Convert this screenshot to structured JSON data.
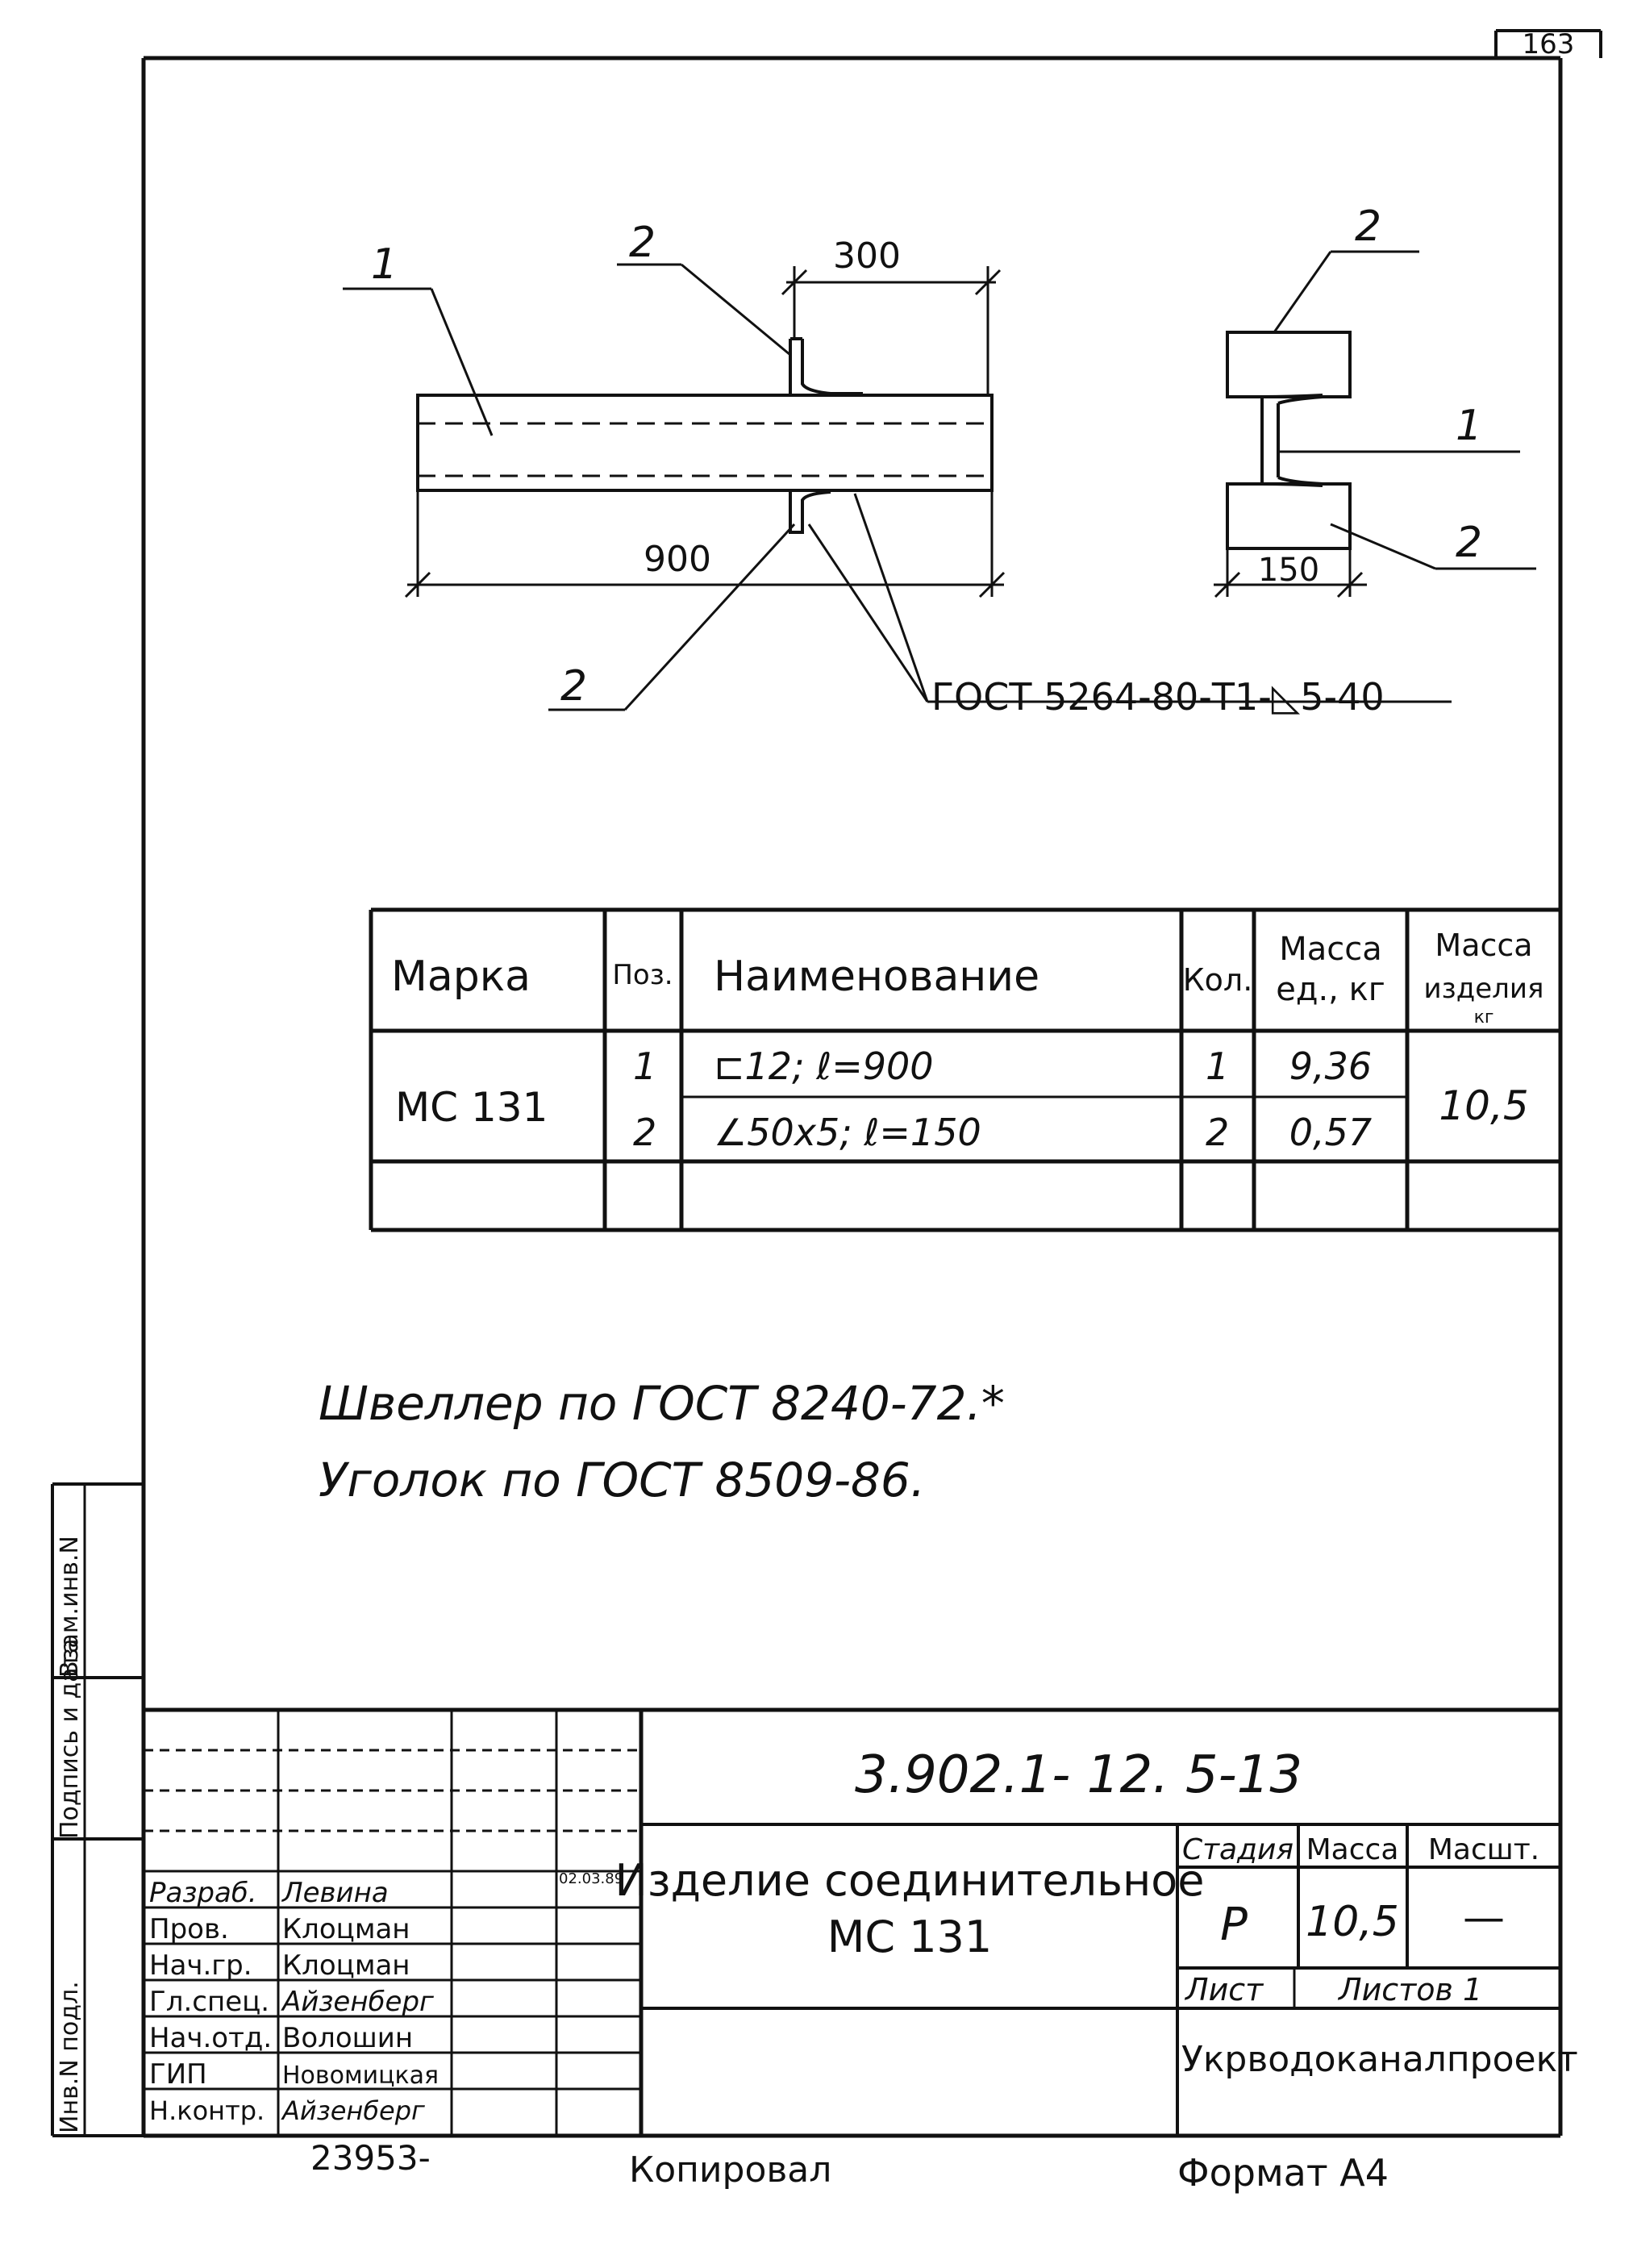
{
  "sheet": {
    "number": "163"
  },
  "binding": [
    "Взам.инв.N",
    "Подпись и дата",
    "Инв.N подл."
  ],
  "drawing": {
    "side_pos_1": "1",
    "side_pos_2_top": "2",
    "side_pos_2_bottom": "2",
    "dim_300": "300",
    "dim_900": "900",
    "weld_standard": "ГОСТ 5264-80-Т1-◺5-40",
    "section_pos_2_top": "2",
    "section_pos_1": "1",
    "section_pos_2_bottom": "2",
    "dim_150": "150"
  },
  "spec_table": {
    "headers": {
      "mark": "Марка",
      "pos": "Поз.",
      "name": "Наименование",
      "qty": "Кол.",
      "unit_mass_1": "Масса",
      "unit_mass_2": "ед., кг",
      "item_mass_1": "Масса",
      "item_mass_2": "изделия",
      "item_mass_3": "кг"
    },
    "mark": "МС 131",
    "rows": [
      {
        "pos": "1",
        "name": "⊏12; ℓ=900",
        "qty": "1",
        "unit_mass": "9,36"
      },
      {
        "pos": "2",
        "name": "∠50x5; ℓ=150",
        "qty": "2",
        "unit_mass": "0,57"
      }
    ],
    "item_mass": "10,5"
  },
  "notes": [
    "Швеллер по ГОСТ 8240-72.*",
    "Уголок по ГОСТ 8509-86."
  ],
  "title_block": {
    "doc_code": "3.902.1- 12. 5-13",
    "title_line1": "Изделие соединительное",
    "title_line2": "МС 131",
    "stage_label": "Стадия",
    "mass_label": "Масса",
    "scale_label": "Масшт.",
    "stage_value": "Р",
    "mass_value": "10,5",
    "scale_value": "—",
    "sheet_label": "Лист",
    "sheets_label": "Листов 1",
    "organization": "Укрводоканалпроект"
  },
  "signatures": [
    {
      "role": "Разраб.",
      "name": "Левина"
    },
    {
      "role": "Пров.",
      "name": "Клоцман"
    },
    {
      "role": "Нач.гр.",
      "name": "Клоцман"
    },
    {
      "role": "Гл.спец.",
      "name": "Айзенберг"
    },
    {
      "role": "Нач.отд.",
      "name": "Волошин"
    },
    {
      "role": "ГИП",
      "name": "Новомицкая"
    },
    {
      "role": "Н.контр.",
      "name": "Айзенберг"
    }
  ],
  "signatures_date": "02.03.89",
  "footer": {
    "inventory": "23953-",
    "copied": "Копировал",
    "format": "Формат А4"
  }
}
